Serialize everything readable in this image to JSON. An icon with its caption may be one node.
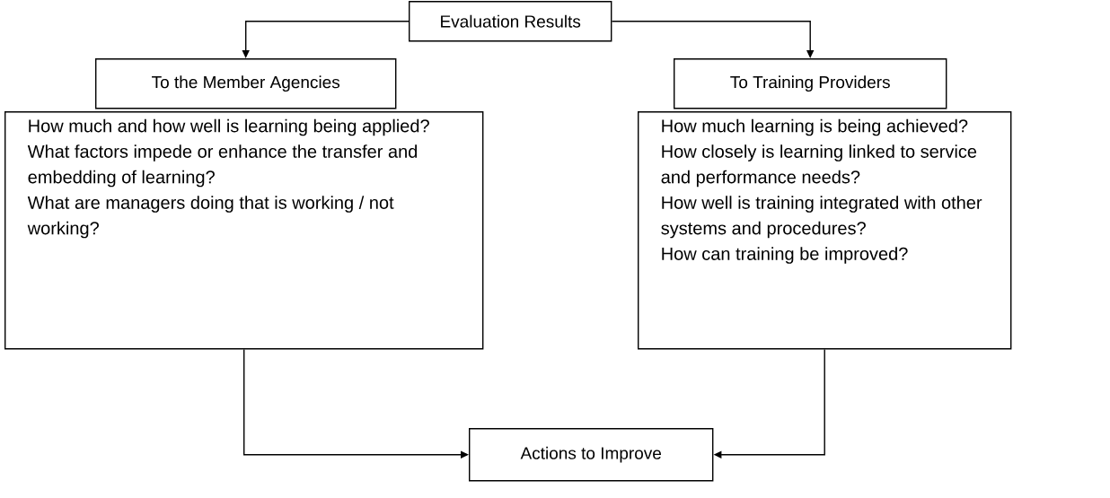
{
  "diagram": {
    "nodes": [
      {
        "text": [
          "Evaluation Results"
        ]
      },
      {
        "text": [
          "To the Member Agencies"
        ]
      },
      {
        "text": [
          "To Training Providers"
        ]
      },
      {
        "text": [
          "How much and how well is learning being applied?",
          "What factors impede or enhance the transfer and embedding of learning?",
          "What are managers doing that is working / not working?"
        ]
      },
      {
        "text": [
          "How much learning is being achieved?",
          "How closely is learning linked to service and performance needs?",
          "How well is training integrated with other systems and procedures?",
          "How can training be improved?"
        ]
      },
      {
        "text": [
          "Actions to Improve"
        ]
      }
    ],
    "edges": [
      {
        "from": 0,
        "to": 1,
        "arrow": "to"
      },
      {
        "from": 0,
        "to": 2,
        "arrow": "to"
      },
      {
        "from": 3,
        "to": 5,
        "arrow": "to"
      },
      {
        "from": 4,
        "to": 5,
        "arrow": "to"
      }
    ]
  }
}
